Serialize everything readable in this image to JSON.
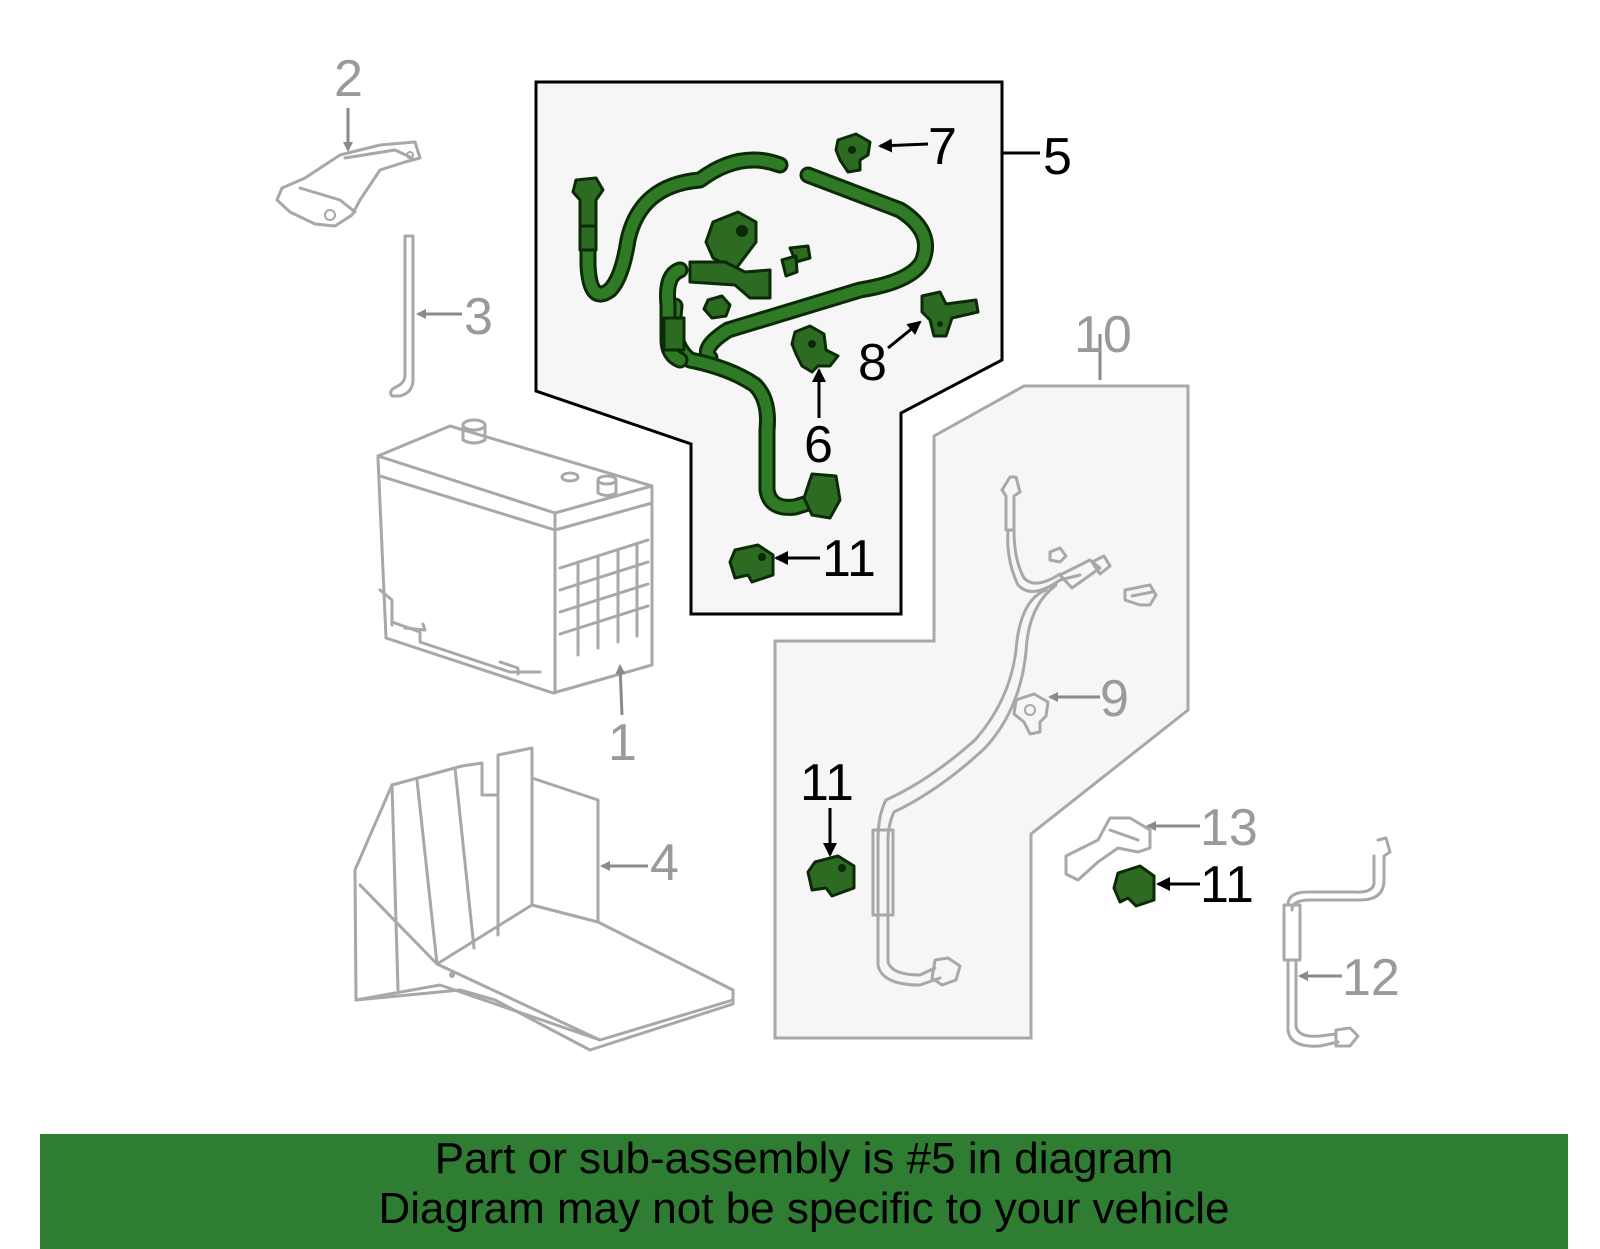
{
  "callouts": {
    "c1": "1",
    "c2": "2",
    "c3": "3",
    "c4": "4",
    "c5": "5",
    "c6": "6",
    "c7": "7",
    "c8": "8",
    "c9": "9",
    "c10": "10",
    "c11a": "11",
    "c11b": "11",
    "c11c": "11",
    "c12": "12",
    "c13": "13"
  },
  "highlight_color": "#2e7d32",
  "banner": {
    "line1": "Part or sub-assembly is #5 in diagram",
    "line2": "Diagram may not be specific to your vehicle"
  }
}
